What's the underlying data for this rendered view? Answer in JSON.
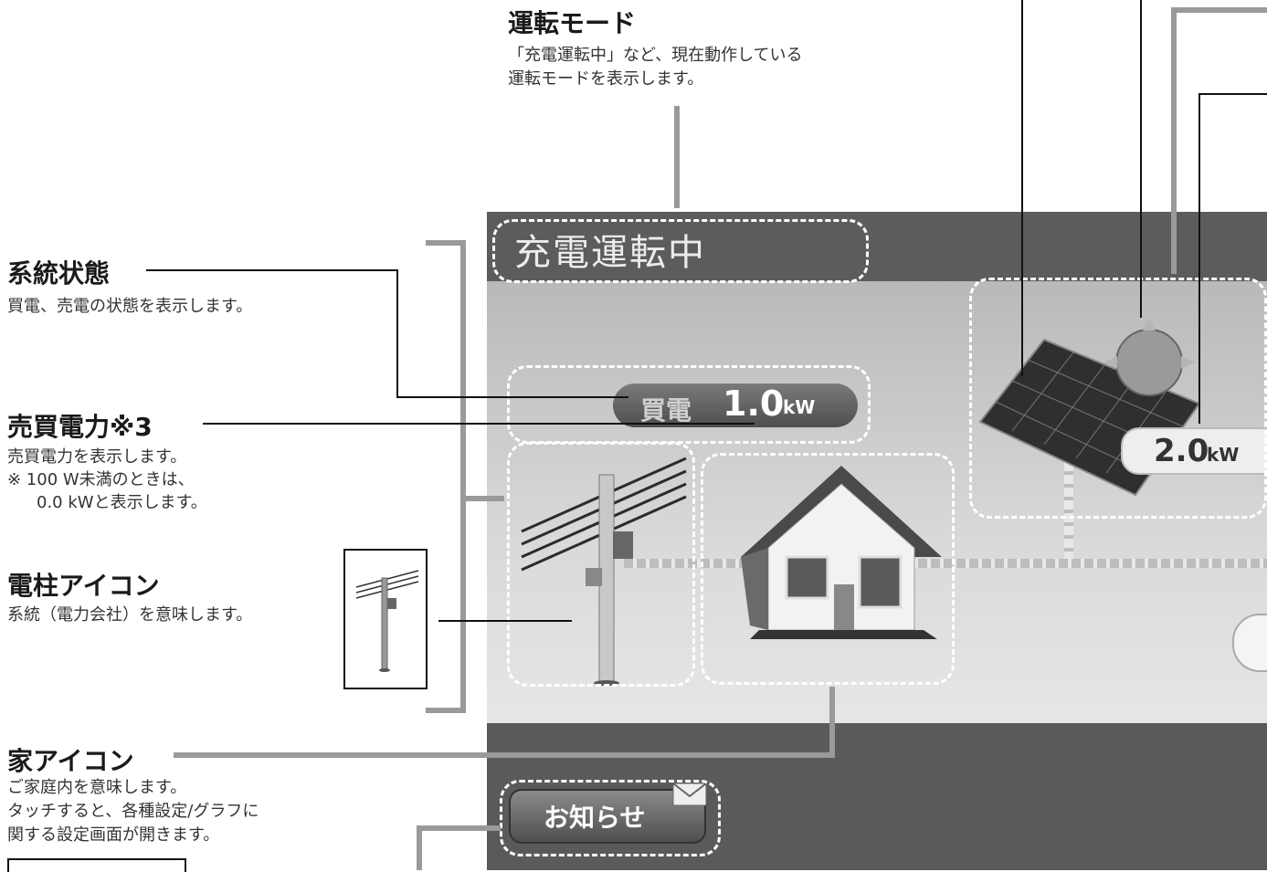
{
  "annotations": {
    "mode": {
      "title": "運転モード",
      "desc1": "「充電運転中」など、現在動作している",
      "desc2": "運転モードを表示します。"
    },
    "grid_status": {
      "title": "系統状態",
      "desc": "買電、売電の状態を表示します。"
    },
    "power": {
      "title": "売買電力※3",
      "desc1": "売買電力を表示します。",
      "desc2": "※ 100 W未満のときは、",
      "desc3": "0.0 kWと表示します。"
    },
    "pole": {
      "title": "電柱アイコン",
      "desc": "系統（電力会社）を意味します。"
    },
    "house": {
      "title": "家アイコン",
      "desc1": "ご家庭内を意味します。",
      "desc2": "タッチすると、各種設定/グラフに",
      "desc3": "関する設定画面が開きます。"
    }
  },
  "screen": {
    "mode_text": "充電運転中",
    "grid_label": "買電",
    "grid_value": "1.0",
    "grid_unit": "kW",
    "pv_value": "2.0",
    "pv_unit": "kW",
    "notice_button": "お知らせ"
  },
  "colors": {
    "screen_bg": "#5c5c5c",
    "panel_bg": "#d9d9d9",
    "pill": "#5e5e5e",
    "dash": "#ffffff"
  }
}
